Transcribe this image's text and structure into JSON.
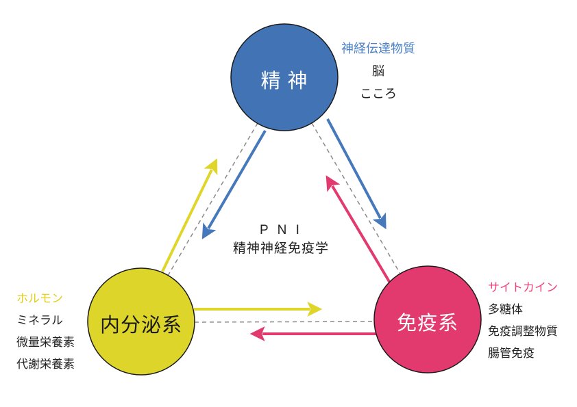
{
  "title": {
    "acronym": "P N I",
    "full": "精神神経免疫学"
  },
  "nodes": {
    "mind": {
      "label": "精 神",
      "keyword": "神経伝達物質",
      "items": [
        "脳",
        "こころ"
      ]
    },
    "endocrine": {
      "label": "内分泌系",
      "keyword": "ホルモン",
      "items": [
        "ミネラル",
        "微量栄養素",
        "代謝栄養素"
      ]
    },
    "immune": {
      "label": "免疫系",
      "keyword": "サイトカイン",
      "items": [
        "多糖体",
        "免疫調整物質",
        "腸管免疫"
      ]
    }
  },
  "colors": {
    "mind_fill": "#4273b4",
    "endocrine_fill": "#ddd52a",
    "immune_fill": "#e23a6e",
    "mind_keyword": "#4a80c6",
    "endocrine_keyword": "#e4cf1d",
    "immune_keyword": "#f04379",
    "arrow_blue": "#4678bc",
    "arrow_yellow": "#e0d52a",
    "arrow_pink": "#e23a6e",
    "dashed_line": "#8a8a8a",
    "outline": "#1a1a1a",
    "text": "#222222"
  }
}
